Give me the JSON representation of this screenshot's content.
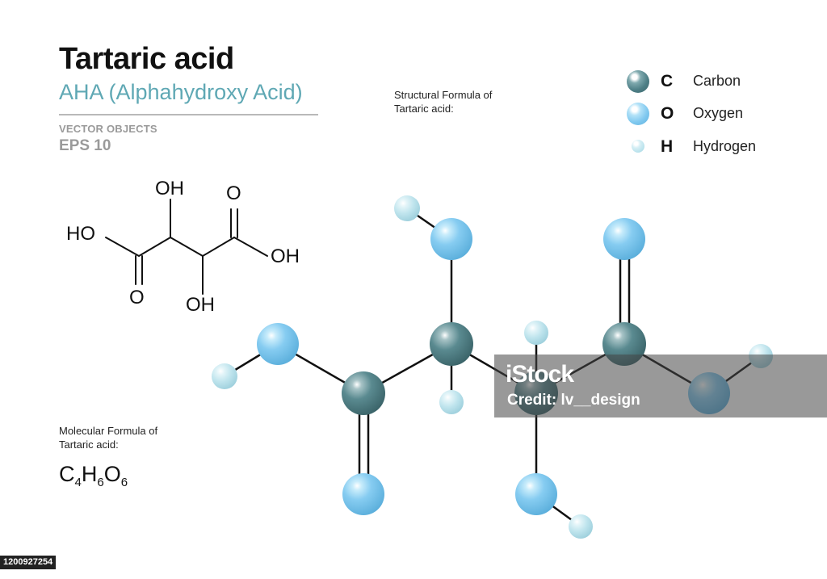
{
  "header": {
    "title": "Tartaric acid",
    "subtitle": "AHA  (Alphahydroxy Acid)",
    "vector_objects": "VECTOR OBJECTS",
    "eps": "EPS 10"
  },
  "structural_label": [
    "Structural  Formula of",
    "Tartaric acid:"
  ],
  "molecular_label": [
    "Molecular Formula of",
    "Tartaric acid:"
  ],
  "molecular_formula": {
    "parts": [
      {
        "el": "C",
        "n": "4"
      },
      {
        "el": "H",
        "n": "6"
      },
      {
        "el": "O",
        "n": "6"
      }
    ]
  },
  "legend": [
    {
      "symbol": "C",
      "name": "Carbon",
      "color": "#4e7f86"
    },
    {
      "symbol": "O",
      "name": "Oxygen",
      "color": "#7fc8ef"
    },
    {
      "symbol": "H",
      "name": "Hydrogen",
      "color": "#b9e2ec"
    }
  ],
  "skeletal_labels": {
    "oh_top": "OH",
    "o_top": "O",
    "ho_left": "HO",
    "oh_right": "OH",
    "o_bottom": "O",
    "oh_bottom": "OH"
  },
  "watermark": {
    "brand": "iStock",
    "credit": "Credit: lv__design"
  },
  "stock_id": "1200927254"
}
